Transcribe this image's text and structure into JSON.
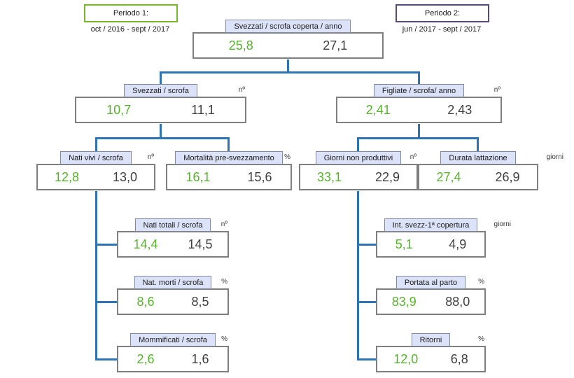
{
  "periods": [
    {
      "label": "Periodo 1:",
      "range": "oct / 2016 - sept / 2017"
    },
    {
      "label": "Periodo 2:",
      "range": "jun / 2017 - sept / 2017"
    }
  ],
  "nodes": {
    "root": {
      "label": "Svezzati / scrofa coperta / anno",
      "unit": "",
      "p1": "25,8",
      "p2": "27,1"
    },
    "svezzati": {
      "label": "Svezzati / scrofa",
      "unit": "nº",
      "p1": "10,7",
      "p2": "11,1"
    },
    "figliate": {
      "label": "Figliate / scrofa/ anno",
      "unit": "nº",
      "p1": "2,41",
      "p2": "2,43"
    },
    "nati_vivi": {
      "label": "Nati vivi / scrofa",
      "unit": "nº",
      "p1": "12,8",
      "p2": "13,0"
    },
    "mortalita": {
      "label": "Mortalità pre-svezzamento",
      "unit": "%",
      "p1": "16,1",
      "p2": "15,6"
    },
    "giorni_np": {
      "label": "Giorni non produttivi",
      "unit": "nº",
      "p1": "33,1",
      "p2": "22,9"
    },
    "durata_latt": {
      "label": "Durata lattazione",
      "unit": "giorni",
      "p1": "27,4",
      "p2": "26,9"
    },
    "nati_totali": {
      "label": "Nati totali / scrofa",
      "unit": "nº",
      "p1": "14,4",
      "p2": "14,5"
    },
    "nati_morti": {
      "label": "Nat. morti / scrofa",
      "unit": "%",
      "p1": "8,6",
      "p2": "8,5"
    },
    "mommificati": {
      "label": "Mommificati / scrofa",
      "unit": "%",
      "p1": "2,6",
      "p2": "1,6"
    },
    "int_svezz": {
      "label": "Int. svezz-1ª copertura",
      "unit": "giorni",
      "p1": "5,1",
      "p2": "4,9"
    },
    "portata": {
      "label": "Portata al parto",
      "unit": "%",
      "p1": "83,9",
      "p2": "88,0"
    },
    "ritorni": {
      "label": "Ritorni",
      "unit": "%",
      "p1": "12,0",
      "p2": "6,8"
    }
  },
  "colors": {
    "period1_value": "#56b32b",
    "period2_value": "#3f3f3f",
    "connector": "#2e74b5",
    "period1_border": "#76b82a",
    "period2_border": "#5a4a7b",
    "label_background": "#dce3f8",
    "value_border": "#7f7f7f"
  }
}
